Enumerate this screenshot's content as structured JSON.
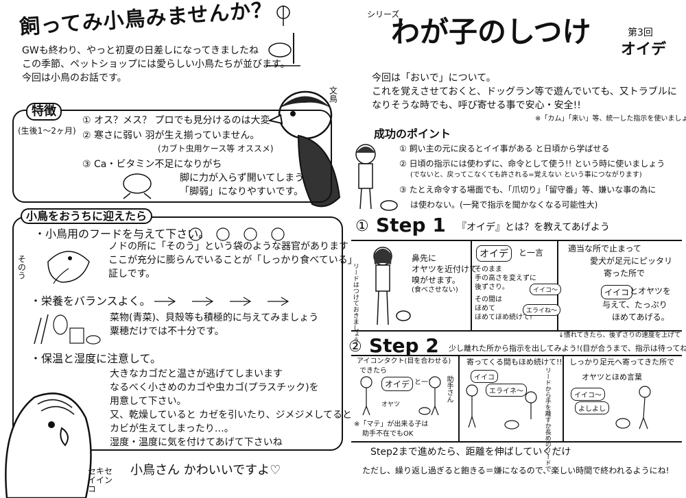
{
  "left": {
    "title": "飼ってみ小鳥みませんか？",
    "intro": [
      "GWも終わり、やっと初夏の日差しになってきましたね",
      "この季節、ペットショップには愛らしい小鳥たちが並びます。",
      "今回は小鳥のお話です。"
    ],
    "bird_label": "文鳥",
    "features": {
      "tag": "特徴",
      "age": "(生後1〜2ヶ月)",
      "items": [
        "① オス？メス？ プロでも見分けるのは大変",
        "② 寒さに弱い 羽が生え揃っていません。",
        "(カブト虫用ケース等 オススメ)",
        "③ Ca・ビタミン不足になりがち",
        "脚に力が入らず開いてしまう",
        "「脚弱」になりやすいです。"
      ]
    },
    "welcome": {
      "tag": "小鳥をおうちに迎えたら",
      "food_title": "・小鳥用のフードを与えて下さい。",
      "food_text": [
        "ノドの所に「そのう」という袋のような器官があります",
        "ここが充分に膨らんでいることが「しっかり食べている」",
        "証しです。"
      ],
      "sonou": "そのう",
      "nutrition_title": "・栄養をバランスよく。",
      "nutrition_text": [
        "菜物(青菜)、貝殻等も積極的に与えてみましょう",
        "粟穂だけでは不十分です。"
      ],
      "warm_title": "・保温と湿度に注意して。",
      "warm_text": [
        "大きなカゴだと温さが逃げてしまいます",
        "なるべく小さめのカゴや虫カゴ(プラスチック)を",
        "用意して下さい。",
        "又、乾燥していると カゼを引いたり、ジメジメしてると",
        "カビが生えてしまったり…。",
        "湿度・温度に気を付けてあげて下さいね"
      ],
      "parakeet": "セキセイインコ",
      "footer": "小鳥さん かわいいですよ♡"
    }
  },
  "right": {
    "series": "シリーズ",
    "title": "わが子のしつけ",
    "issue": "第3回",
    "subtitle": "オイデ",
    "intro": [
      "今回は「おいで」について。",
      "これを覚えさせておくと、ドッグラン等で遊んでいても、又トラブルに",
      "なりそうな時でも、呼び寄せる事で安心・安全!!"
    ],
    "note": "※「カム」「来い」等、統一した指示を使いましょう。",
    "points_title": "成功のポイント",
    "points": [
      "① 飼い主の元に戻るとイイ事がある と日頃から学ばせる",
      "② 日頃の指示には使わずに、命令として使う!! という時に使いましょう",
      "(でないと、戻ってこなくても許される=覚えない という事につながります)",
      "③ たとえ命令する場面でも、「爪切り」「留守番」等、嫌いな事の為に",
      "は使わない。(一発で指示を聞かなくなる可能性大)"
    ],
    "step1": {
      "num": "①",
      "title": "Step 1",
      "subtitle": "『オイデ』とは？を教えてあげよう",
      "side": "リードはつけておきましょう",
      "c1": [
        "鼻先に",
        "オヤツを近付けて",
        "嗅がせます。",
        "(食べさせない)"
      ],
      "c2_bubble": "オイデ",
      "c2_say": "と一言",
      "c2_text": [
        "そのまま",
        "手の高さを変えずに",
        "後ずさり。",
        "その間は",
        "ほめて",
        "ほめて",
        "ほめ続けて!"
      ],
      "c2_b1": "イイコ〜",
      "c2_b2": "エライね〜",
      "c3_text": [
        "適当な所で止まって",
        "愛犬が足元にピッタリ",
        "寄った所で"
      ],
      "c3_bubble": "イイコ",
      "c3_text2": [
        "とオヤツを",
        "与えて、たっぷり",
        "ほめてあげる。"
      ],
      "c3_note": "↓慣れてきたら、後ずさりの速度を上げて"
    },
    "step2": {
      "num": "②",
      "title": "Step 2",
      "subtitle": "少し離れた所から指示を出してみよう!(目が合うまで、指示は待ってね)",
      "c1_text": [
        "アイコンタクト(目を合わせる)",
        "できたら"
      ],
      "c1_bubble": "オイデ",
      "c1_say": "と一言",
      "c1_snack": "オヤツ",
      "c1_helper": "助手さん",
      "c1_note": [
        "※「マテ」が出来る子は",
        "助手不在でもOK"
      ],
      "c2_text": "寄ってくる間もほめ続けて!!",
      "c2_b1": "イイコ",
      "c2_b2": "エライネ〜",
      "c2_side": "リードから手を離すか長めのリードで",
      "c3_text": "しっかり足元へ寄ってきた所で",
      "c3_text2": "オヤツとほめ言葉",
      "c3_b1": "イイコ〜",
      "c3_b2": "よしよし",
      "footer1": "Step2まで進めたら、距離を伸ばしていくだけ",
      "footer2": "ただし、繰り返し過ぎると飽きる＝嫌になるので、楽しい時間で終われるようにね!"
    }
  }
}
